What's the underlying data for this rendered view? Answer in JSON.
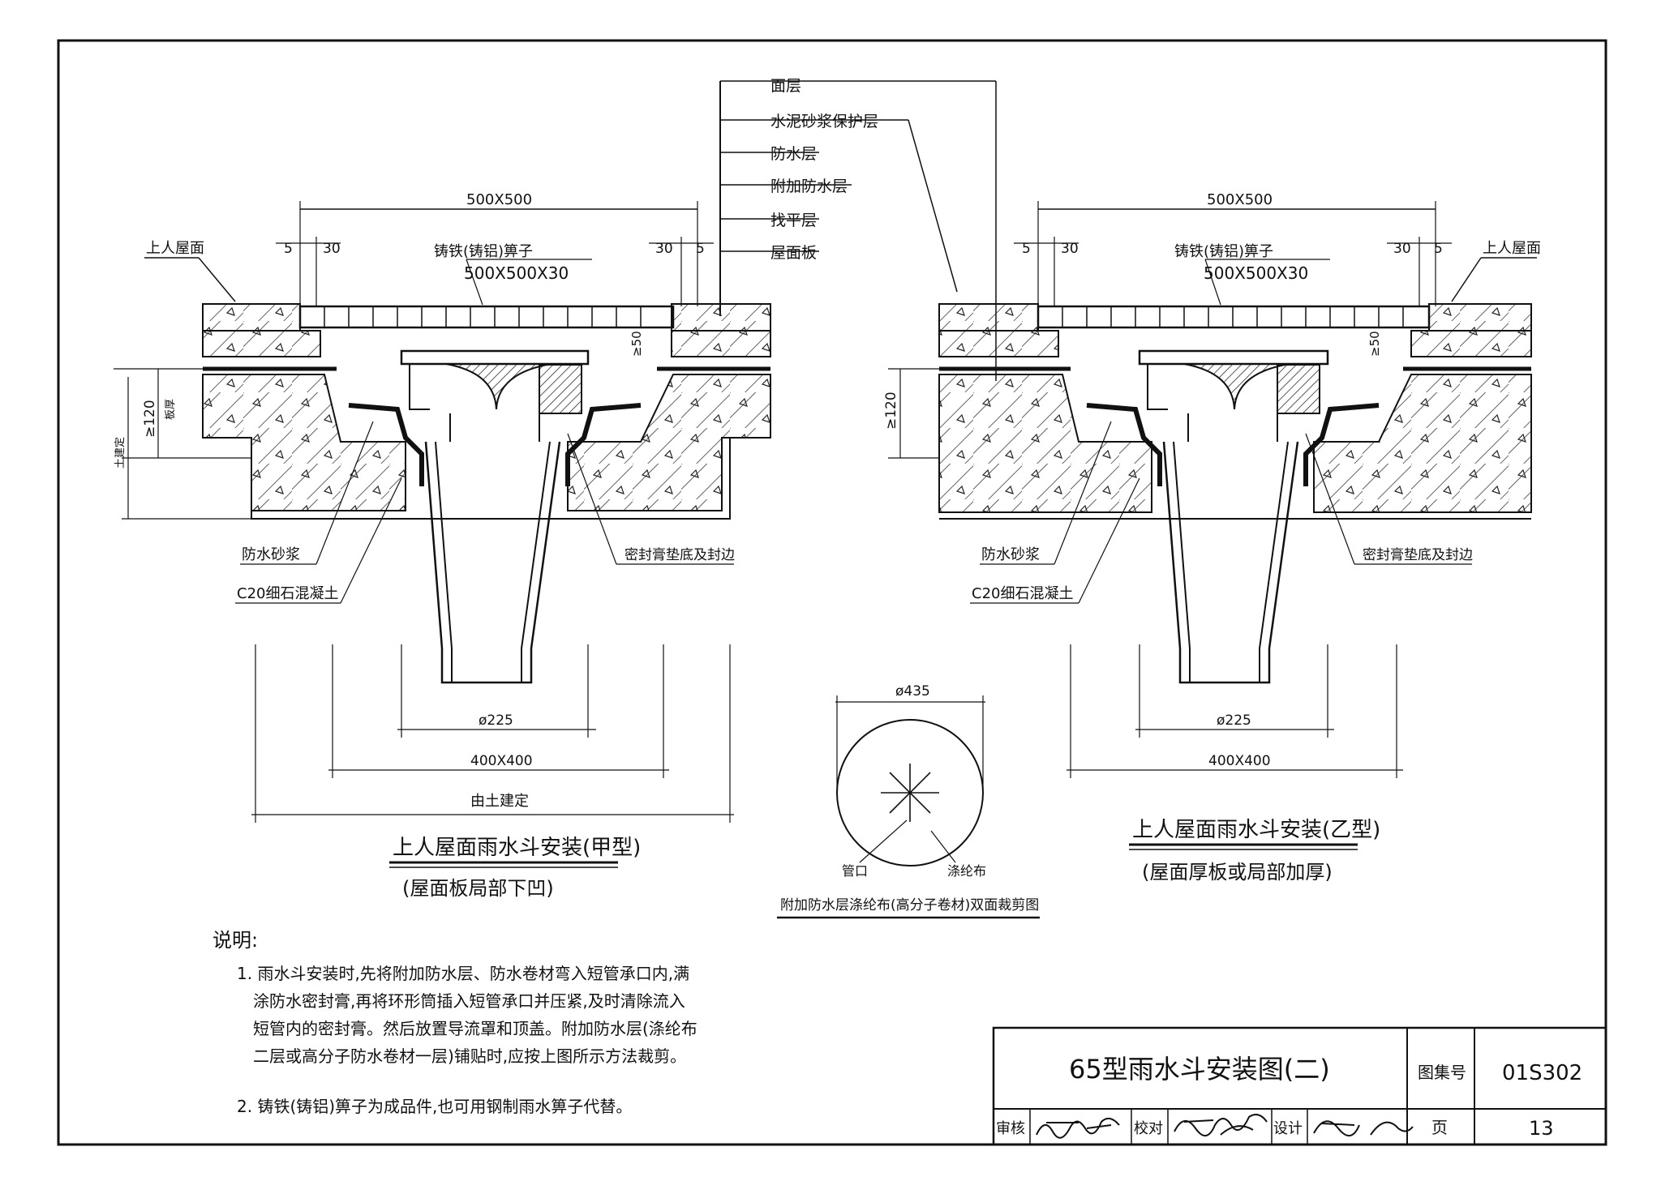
{
  "layers": {
    "l1": "面层",
    "l2": "水泥砂浆保护层",
    "l3": "防水层",
    "l4": "附加防水层",
    "l5": "找平层",
    "l6": "屋面板"
  },
  "left_view": {
    "roof_label": "上人屋面",
    "grate_label": "铸铁(铸铝)箅子",
    "grate_size": "500X500X30",
    "top_dim": "500X500",
    "dim_5a": "5",
    "dim_30a": "30",
    "dim_30b": "30",
    "dim_5b": "5",
    "dim_50": "≥50",
    "dim_120": "≥120",
    "dim_thick": "板厚",
    "dim_struct": "土建定",
    "mortar_label": "防水砂浆",
    "concrete_label": "C20细石混凝土",
    "sealant_label": "密封膏垫底及封边",
    "dia_label": "ø225",
    "box_label": "400X400",
    "struct_label": "由土建定",
    "title": "上人屋面雨水斗安装(甲型)",
    "subtitle": "(屋面板局部下凹)"
  },
  "right_view": {
    "roof_label": "上人屋面",
    "grate_label": "铸铁(铸铝)箅子",
    "grate_size": "500X500X30",
    "top_dim": "500X500",
    "dim_5a": "5",
    "dim_30a": "30",
    "dim_30b": "30",
    "dim_5b": "5",
    "dim_50": "≥50",
    "dim_120": "≥120",
    "mortar_label": "防水砂浆",
    "concrete_label": "C20细石混凝土",
    "sealant_label": "密封膏垫底及封边",
    "dia_label": "ø225",
    "box_label": "400X400",
    "title": "上人屋面雨水斗安装(乙型)",
    "subtitle": "(屋面厚板或局部加厚)"
  },
  "cut_detail": {
    "dia": "ø435",
    "mouth": "管口",
    "cloth": "涤纶布",
    "caption": "附加防水层涤纶布(高分子卷材)双面裁剪图"
  },
  "notes": {
    "heading": "说明:",
    "n1_line1": "1. 雨水斗安装时,先将附加防水层、防水卷材弯入短管承口内,满",
    "n1_line2": "涂防水密封膏,再将环形筒插入短管承口并压紧,及时清除流入",
    "n1_line3": "短管内的密封膏。然后放置导流罩和顶盖。附加防水层(涤纶布",
    "n1_line4": "二层或高分子防水卷材一层)铺贴时,应按上图所示方法裁剪。",
    "n2": "2. 铸铁(铸铝)箅子为成品件,也可用钢制雨水箅子代替。"
  },
  "title_block": {
    "title": "65型雨水斗安装图(二)",
    "atlas_label": "图集号",
    "atlas_no": "01S302",
    "review_label": "审核",
    "check_label": "校对",
    "design_label": "设计",
    "page_label": "页",
    "page_no": "13"
  }
}
